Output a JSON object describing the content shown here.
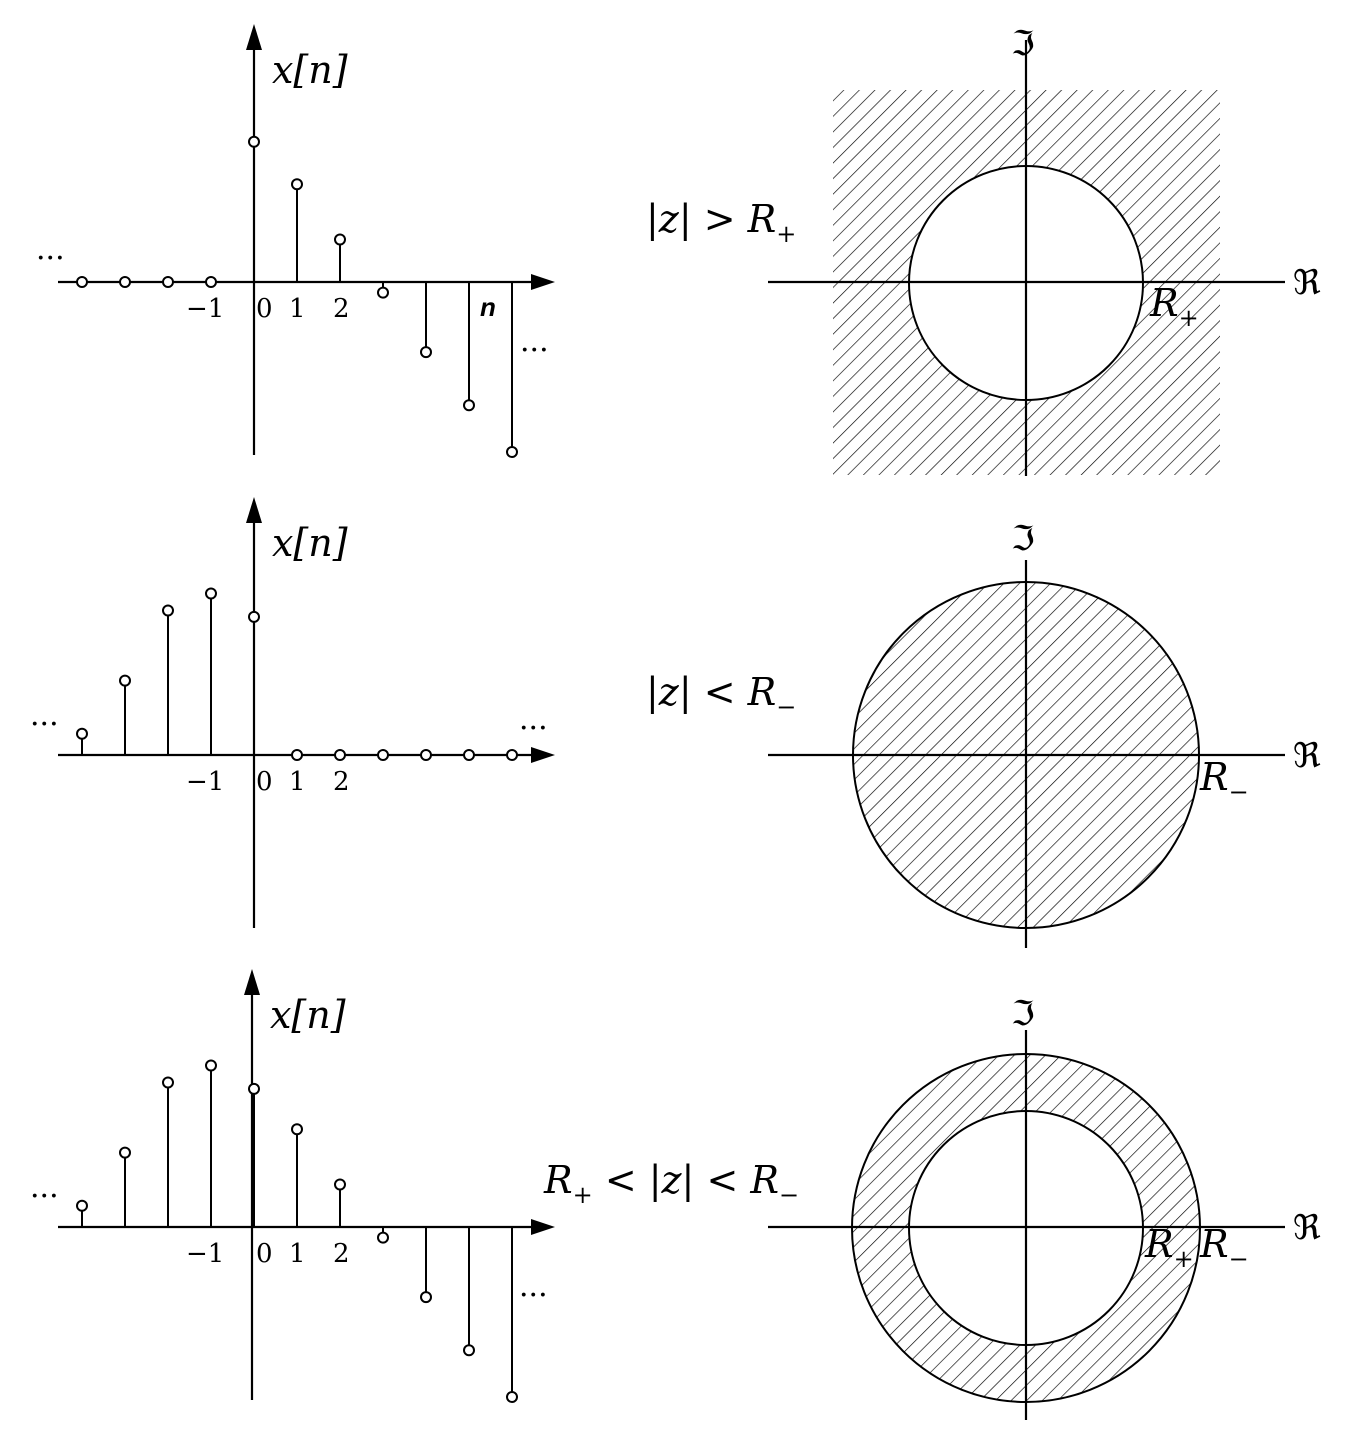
{
  "signals": [
    {
      "ylabel": "x[n]",
      "xlabel": "n",
      "tick_labels": [
        "−1",
        "0",
        "1",
        "2"
      ],
      "left_dots": "···",
      "right_dots": "···",
      "samples": [
        {
          "n": -4,
          "v": 0
        },
        {
          "n": -3,
          "v": 0
        },
        {
          "n": -2,
          "v": 0
        },
        {
          "n": -1,
          "v": 0
        },
        {
          "n": 0,
          "v": 3.3
        },
        {
          "n": 1,
          "v": 2.3
        },
        {
          "n": 2,
          "v": 1.0
        },
        {
          "n": 3,
          "v": -0.25
        },
        {
          "n": 4,
          "v": -1.65
        },
        {
          "n": 5,
          "v": -2.9
        },
        {
          "n": 6,
          "v": -4.0
        }
      ]
    },
    {
      "ylabel": "x[n]",
      "xlabel": "",
      "tick_labels": [
        "−1",
        "0",
        "1",
        "2"
      ],
      "left_dots": "···",
      "right_dots": "···",
      "samples": [
        {
          "n": -4,
          "v": 0.5
        },
        {
          "n": -3,
          "v": 1.75
        },
        {
          "n": -2,
          "v": 3.4
        },
        {
          "n": -1,
          "v": 3.8
        },
        {
          "n": 0,
          "v": 3.25
        },
        {
          "n": 1,
          "v": 0
        },
        {
          "n": 2,
          "v": 0
        },
        {
          "n": 3,
          "v": 0
        },
        {
          "n": 4,
          "v": 0
        },
        {
          "n": 5,
          "v": 0
        },
        {
          "n": 6,
          "v": 0
        }
      ]
    },
    {
      "ylabel": "x[n]",
      "xlabel": "",
      "tick_labels": [
        "−1",
        "0",
        "1",
        "2"
      ],
      "left_dots": "···",
      "right_dots": "···",
      "samples": [
        {
          "n": -4,
          "v": 0.5
        },
        {
          "n": -3,
          "v": 1.75
        },
        {
          "n": -2,
          "v": 3.4
        },
        {
          "n": -1,
          "v": 3.8
        },
        {
          "n": 0,
          "v": 3.25
        },
        {
          "n": 1,
          "v": 2.3
        },
        {
          "n": 2,
          "v": 1.0
        },
        {
          "n": 3,
          "v": -0.25
        },
        {
          "n": 4,
          "v": -1.65
        },
        {
          "n": 5,
          "v": -2.9
        },
        {
          "n": 6,
          "v": -4.0
        }
      ]
    }
  ],
  "regions": [
    {
      "type": "exterior",
      "condition": {
        "pre": "|z| > R",
        "sub": "+",
        "mid": "",
        "sub2": ""
      },
      "radius_labels": [
        {
          "base": "R",
          "sub": "+"
        }
      ],
      "real_label": "ℜ",
      "imag_label": "ℑ"
    },
    {
      "type": "disk",
      "condition": {
        "pre": "|z| < R",
        "sub": "−",
        "mid": "",
        "sub2": ""
      },
      "radius_labels": [
        {
          "base": "R",
          "sub": "−"
        }
      ],
      "real_label": "ℜ",
      "imag_label": "ℑ"
    },
    {
      "type": "annulus",
      "condition": {
        "pre": "R",
        "sub": "+",
        "mid": " < |z| < R",
        "sub2": "−"
      },
      "radius_labels": [
        {
          "base": "R",
          "sub": "+"
        },
        {
          "base": "R",
          "sub": "−"
        }
      ],
      "real_label": "ℜ",
      "imag_label": "ℑ"
    }
  ],
  "colors": {
    "ink": "#000000",
    "background": "#ffffff"
  }
}
